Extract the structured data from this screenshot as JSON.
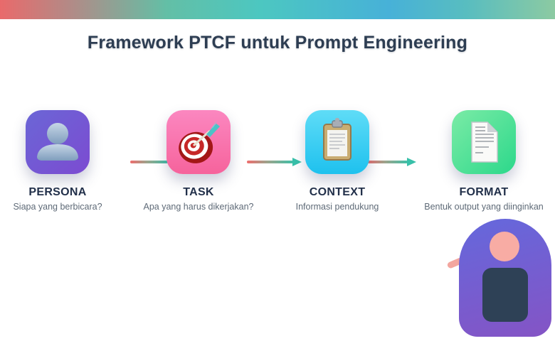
{
  "page": {
    "title": "Framework PTCF untuk Prompt Engineering"
  },
  "steps": [
    {
      "label": "PERSONA",
      "description": "Siapa yang berbicara?",
      "icon": "person-silhouette-icon",
      "icon_gradient": [
        "#6b66d6",
        "#7c4bd1"
      ]
    },
    {
      "label": "TASK",
      "description": "Apa yang harus dikerjakan?",
      "icon": "target-dart-icon",
      "icon_gradient": [
        "#fb87c0",
        "#f6639c"
      ]
    },
    {
      "label": "CONTEXT",
      "description": "Informasi pendukung",
      "icon": "clipboard-icon",
      "icon_gradient": [
        "#5fdcf7",
        "#1ec1ee"
      ]
    },
    {
      "label": "FORMAT",
      "description": "Bentuk output yang diinginkan",
      "icon": "document-page-icon",
      "icon_gradient": [
        "#7beba6",
        "#2cd88b"
      ]
    }
  ],
  "colors": {
    "topbar_gradient": [
      "#e96a6b",
      "#63bfa6",
      "#4cc7c1",
      "#47b1d8",
      "#8ccaa2"
    ],
    "title_text": "#2d3d52",
    "label_text": "#22304a",
    "description_text": "#5e6a77",
    "arrow_gradient": [
      "#ee6d6d",
      "#3fbfa7"
    ],
    "arrowhead": "#38c0a9",
    "mascot_body_gradient": [
      "#6667db",
      "#8355c6"
    ],
    "mascot_head": "#f8aca4",
    "mascot_screen": "#2e4156",
    "mascot_arm": "#f3a69f"
  }
}
